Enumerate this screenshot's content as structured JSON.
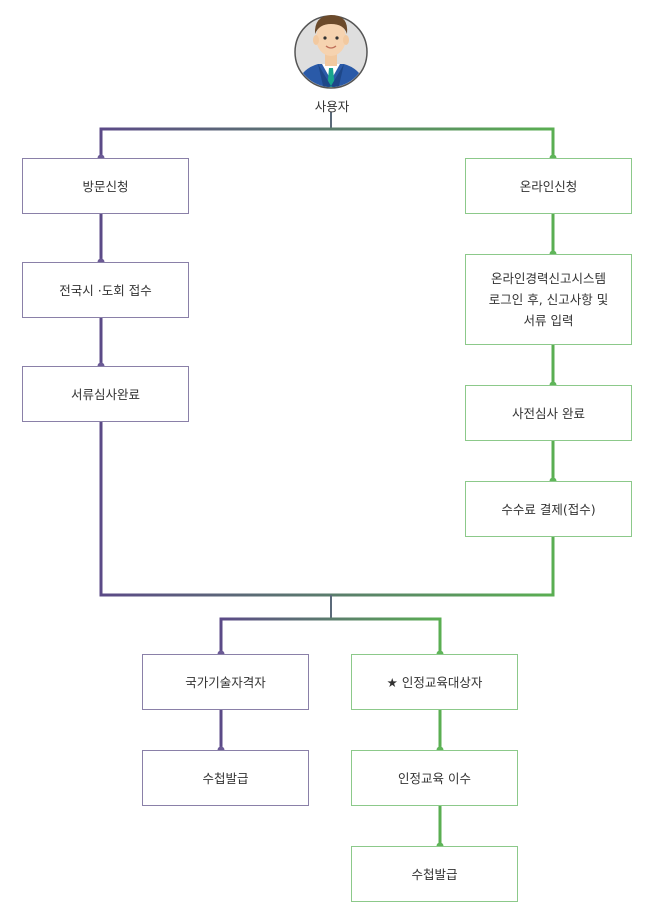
{
  "user": {
    "label": "사용자"
  },
  "colors": {
    "purple": "#5b4a87",
    "green": "#5aae52",
    "purple_dot": "#6b5a95",
    "green_dot": "#5fb559"
  },
  "left_flow": [
    {
      "label": "방문신청"
    },
    {
      "label": "전국시 ·도회 접수"
    },
    {
      "label": "서류심사완료"
    }
  ],
  "right_flow": [
    {
      "label": "온라인신청"
    },
    {
      "label": "온라인경력신고시스템\n로그인 후, 신고사항 및\n서류 입력"
    },
    {
      "label": "사전심사 완료"
    },
    {
      "label": "수수료 결제(접수)"
    }
  ],
  "bottom_left": [
    {
      "label": "국가기술자격자"
    },
    {
      "label": "수첩발급"
    }
  ],
  "bottom_right": [
    {
      "label": "★ 인정교육대상자"
    },
    {
      "label": "인정교육 이수"
    },
    {
      "label": "수첩발급"
    }
  ]
}
